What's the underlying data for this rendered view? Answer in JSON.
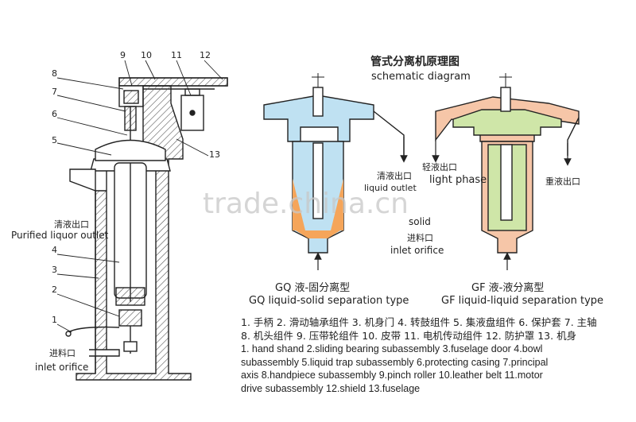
{
  "title_cn": "管式分离机原理图",
  "title_en": "schematic diagram",
  "left_labels": {
    "purified_cn": "清液出口",
    "purified_en": "Purified liquor outlet",
    "inlet_cn": "进料口",
    "inlet_en": "inlet orifice"
  },
  "callouts": [
    "1",
    "2",
    "3",
    "4",
    "5",
    "6",
    "7",
    "8",
    "9",
    "10",
    "11",
    "12",
    "13"
  ],
  "gq": {
    "outlet_cn": "清液出口",
    "outlet_en": "liquid outlet",
    "solid": "solid",
    "inlet_cn": "进料口",
    "inlet_en": "inlet orifice",
    "caption_cn": "GQ 液-固分离型",
    "caption_en": "GQ liquid-solid separation type"
  },
  "gf": {
    "light_cn": "轻液出口",
    "light_en": "light phase",
    "heavy_cn": "重液出口",
    "caption_cn": "GF 液-液分离型",
    "caption_en": "GF liquid-liquid separation type"
  },
  "legend": {
    "cn_line1": "1. 手柄  2. 滑动轴承组件  3. 机身门  4. 转鼓组件  5. 集液盘组件  6. 保护套  7. 主轴",
    "cn_line2": "8. 机头组件  9. 压带轮组件  10. 皮带  11. 电机传动组件  12. 防护罩  13. 机身",
    "en_line1": "1. hand shand  2.sliding bearing subassembly  3.fuselage door  4.bowl",
    "en_line2": "subassembly  5.liquid trap subassembly  6.protecting casing  7.principal",
    "en_line3": "axis  8.handpiece subassembly 9.pinch roller  10.leather belt  11.motor",
    "en_line4": "drive subassembly  12.shield 13.fuselage"
  },
  "watermark": "trade.china.cn",
  "colors": {
    "blue_liquid": "#bfe1f2",
    "orange_solid": "#f5a55a",
    "pink_light": "#f6c6a8",
    "green_heavy": "#cfe6a8",
    "hatch": "#444444"
  }
}
